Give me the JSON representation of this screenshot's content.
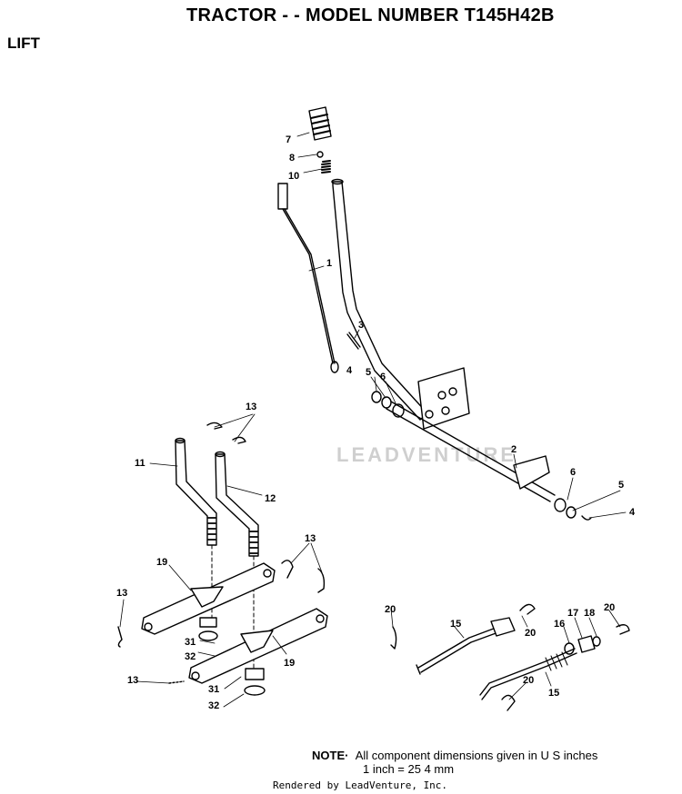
{
  "header": {
    "title": "TRACTOR - - MODEL NUMBER T145H42B",
    "section": "LIFT"
  },
  "parts": [
    {
      "id": "callout-1",
      "label": "1"
    },
    {
      "id": "callout-2",
      "label": "2"
    },
    {
      "id": "callout-3",
      "label": "3"
    },
    {
      "id": "callout-4a",
      "label": "4"
    },
    {
      "id": "callout-4b",
      "label": "4"
    },
    {
      "id": "callout-5a",
      "label": "5"
    },
    {
      "id": "callout-5b",
      "label": "5"
    },
    {
      "id": "callout-6a",
      "label": "6"
    },
    {
      "id": "callout-6b",
      "label": "6"
    },
    {
      "id": "callout-7",
      "label": "7"
    },
    {
      "id": "callout-8",
      "label": "8"
    },
    {
      "id": "callout-10",
      "label": "10"
    },
    {
      "id": "callout-11",
      "label": "11"
    },
    {
      "id": "callout-12",
      "label": "12"
    },
    {
      "id": "callout-13a",
      "label": "13"
    },
    {
      "id": "callout-13b",
      "label": "13"
    },
    {
      "id": "callout-13c",
      "label": "13"
    },
    {
      "id": "callout-13d",
      "label": "13"
    },
    {
      "id": "callout-15a",
      "label": "15"
    },
    {
      "id": "callout-15b",
      "label": "15"
    },
    {
      "id": "callout-16",
      "label": "16"
    },
    {
      "id": "callout-17",
      "label": "17"
    },
    {
      "id": "callout-18",
      "label": "18"
    },
    {
      "id": "callout-19a",
      "label": "19"
    },
    {
      "id": "callout-19b",
      "label": "19"
    },
    {
      "id": "callout-20a",
      "label": "20"
    },
    {
      "id": "callout-20b",
      "label": "20"
    },
    {
      "id": "callout-20c",
      "label": "20"
    },
    {
      "id": "callout-20d",
      "label": "20"
    },
    {
      "id": "callout-31a",
      "label": "31"
    },
    {
      "id": "callout-31b",
      "label": "31"
    },
    {
      "id": "callout-32a",
      "label": "32"
    },
    {
      "id": "callout-32b",
      "label": "32"
    }
  ],
  "watermark": "LEADVENTURE",
  "note": {
    "label": "NOTE·",
    "line1": "All component dimensions given in U S  inches",
    "line2": "1 inch = 25 4 mm"
  },
  "footer": "Rendered by LeadVenture, Inc."
}
